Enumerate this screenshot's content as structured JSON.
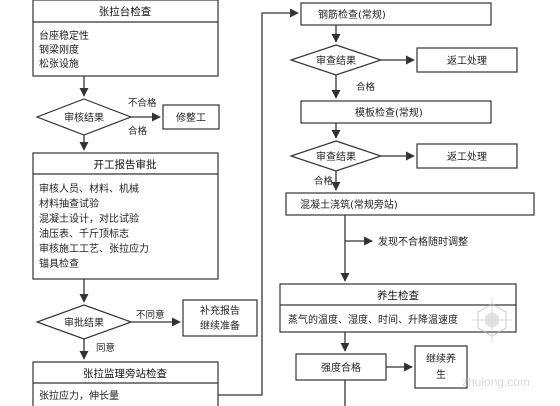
{
  "left": {
    "tension_check": {
      "title": "张拉台检查",
      "items": [
        "台座稳定性",
        "钢梁刚度",
        "松张设施"
      ]
    },
    "review_decision": {
      "label": "审核结果",
      "fail_label": "不合格",
      "pass_label": "合格"
    },
    "fix": "修整工",
    "start_report": {
      "title": "开工报告审批",
      "items": [
        "审核人员、材料、机械",
        "材料抽查试验",
        "混凝土设计，对比试验",
        "油压表、千斤顶标志",
        "审核施工工艺、张拉应力",
        "锚具检查"
      ]
    },
    "approval_decision": {
      "label": "审批结果",
      "reject_label": "不同意",
      "agree_label": "同意"
    },
    "supplement": [
      "补充报告",
      "继续准备"
    ],
    "supervision": {
      "title": "张拉监理旁站检查",
      "items": [
        "张拉应力，伸长量"
      ]
    }
  },
  "right": {
    "rebar_check": "钢筋检查(常规)",
    "decision1": {
      "label": "审查结果",
      "pass_label": "合格"
    },
    "rework1": "返工处理",
    "formwork_check": "模板检查(常规)",
    "decision2": {
      "label": "审查结果",
      "pass_label": "合格"
    },
    "rework2": "返工处理",
    "concrete_pour": "混凝土浇筑(常规旁站)",
    "adjust": "发现不合格随时调整",
    "curing_check": {
      "title": "养生检查",
      "desc": "蒸气的温度、湿度、时间、升降温速度"
    },
    "strength_ok": "强度合格",
    "continue_curing": [
      "继续养",
      "生"
    ]
  },
  "watermark": "zhulong.com"
}
